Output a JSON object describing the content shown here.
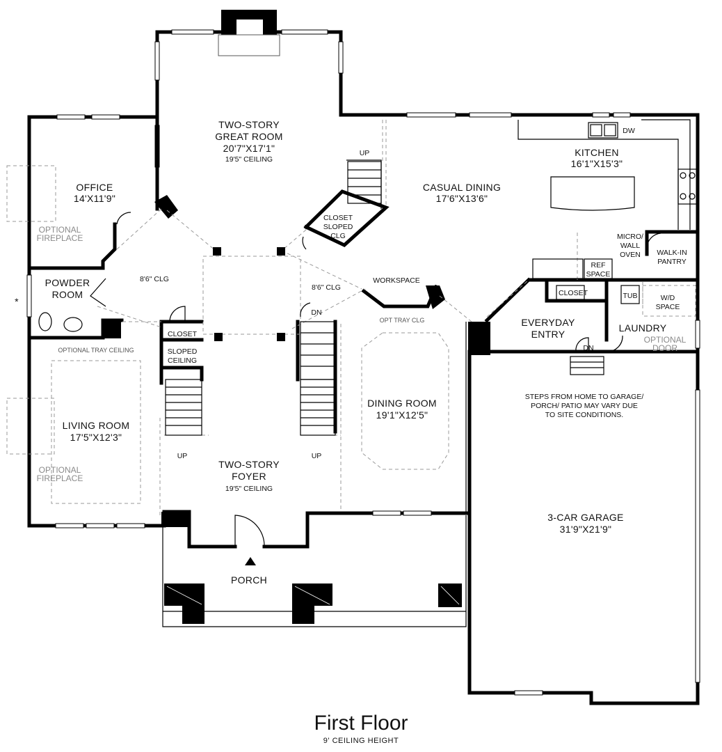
{
  "title": "First Floor",
  "subtitle": "9' CEILING HEIGHT",
  "asterisk": "*",
  "rooms": {
    "great_room": {
      "name1": "TWO-STORY",
      "name2": "GREAT ROOM",
      "dims": "20'7\"X17'1\"",
      "note": "19'5\" CEILING"
    },
    "office": {
      "name": "OFFICE",
      "dims": "14'X11'9\""
    },
    "office_fireplace": {
      "line1": "OPTIONAL",
      "line2": "FIREPLACE"
    },
    "kitchen": {
      "name": "KITCHEN",
      "dims": "16'1\"X15'3\"",
      "dw": "DW"
    },
    "casual_dining": {
      "name": "CASUAL DINING",
      "dims": "17'6\"X13'6\""
    },
    "closet_sloped": {
      "line1": "CLOSET",
      "line2": "SLOPED",
      "line3": "CLG"
    },
    "up_top": "UP",
    "micro": {
      "line1": "MICRO/",
      "line2": "WALL",
      "line3": "OVEN"
    },
    "pantry": {
      "line1": "WALK-IN",
      "line2": "PANTRY"
    },
    "ref": {
      "line1": "REF",
      "line2": "SPACE"
    },
    "powder_room": {
      "line1": "POWDER",
      "line2": "ROOM"
    },
    "clg_left": "8'6\" CLG",
    "clg_mid": "8'6\" CLG",
    "workspace": "WORKSPACE",
    "opt_tray_clg": "OPT TRAY CLG",
    "closet_mid": "CLOSET",
    "closet_sloped_ceiling": {
      "line1": "SLOPED",
      "line2": "CEILING"
    },
    "closet_laundry": "CLOSET",
    "tub": "TUB",
    "wd": {
      "line1": "W/D",
      "line2": "SPACE"
    },
    "everyday_entry": {
      "line1": "EVERYDAY",
      "line2": "ENTRY"
    },
    "laundry": "LAUNDRY",
    "optional_door": {
      "line1": "OPTIONAL",
      "line2": "DOOR"
    },
    "dn_mid": "DN",
    "dn_laundry": "DN",
    "optional_tray": "OPTIONAL TRAY CEILING",
    "living_room": {
      "name": "LIVING ROOM",
      "dims": "17'5\"X12'3\""
    },
    "living_fireplace": {
      "line1": "OPTIONAL",
      "line2": "FIREPLACE"
    },
    "dining_room": {
      "name": "DINING ROOM",
      "dims": "19'1\"X12'5\""
    },
    "garage_note": {
      "line1": "STEPS FROM HOME TO GARAGE/",
      "line2": "PORCH/ PATIO MAY VARY DUE",
      "line3": "TO SITE CONDITIONS."
    },
    "garage": {
      "name": "3-CAR GARAGE",
      "dims": "31'9\"X21'9\""
    },
    "up_left": "UP",
    "up_right": "UP",
    "foyer": {
      "name1": "TWO-STORY",
      "name2": "FOYER",
      "note": "19'5\" CEILING"
    },
    "porch": "PORCH"
  }
}
